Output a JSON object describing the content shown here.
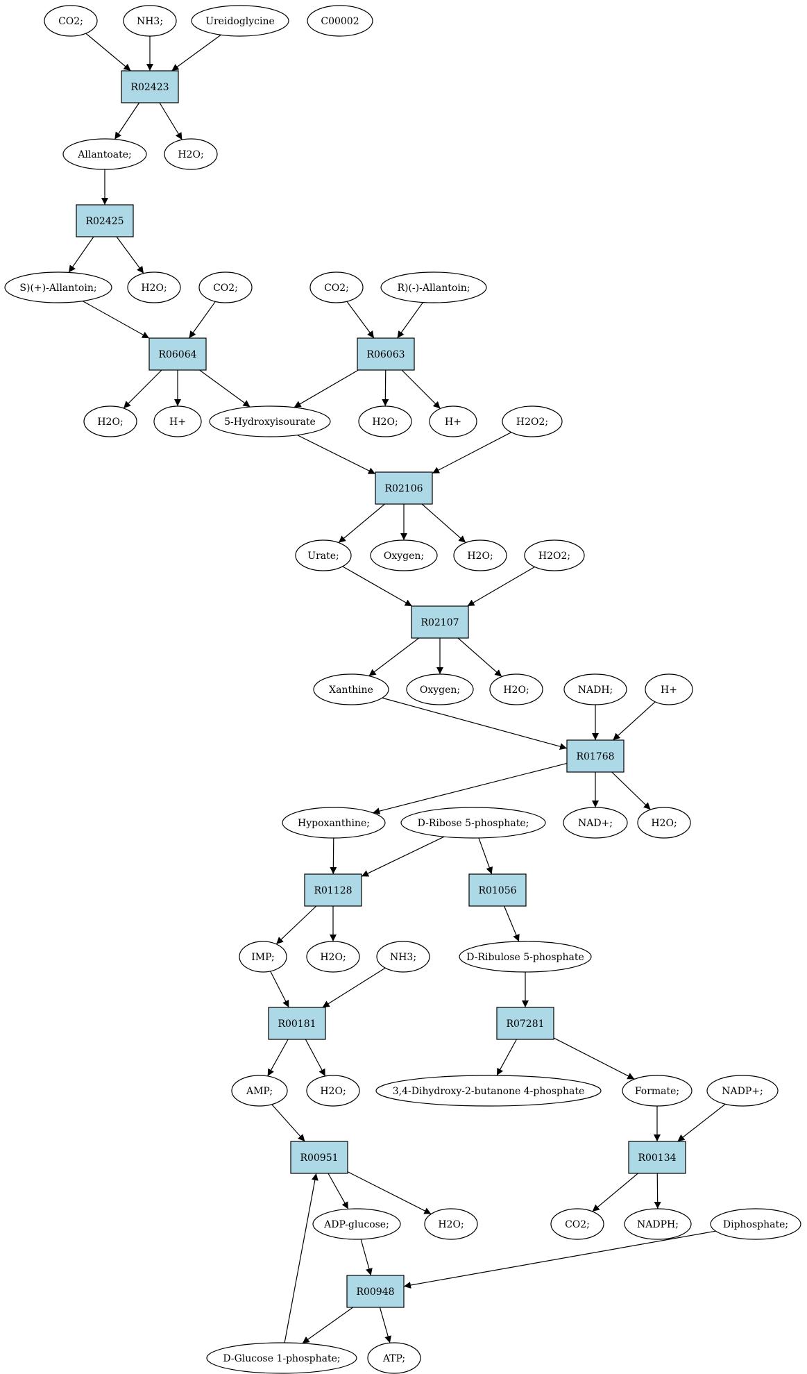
{
  "colors": {
    "reaction_fill": "#add8e6",
    "compound_fill": "#ffffff",
    "highlight_yellow": "#ffff00",
    "highlight_green": "#00ee00",
    "stroke": "#000000"
  },
  "nodes": [
    {
      "id": "c_co2_1",
      "kind": "compound",
      "label": "CO2;"
    },
    {
      "id": "c_nh3_1",
      "kind": "compound",
      "label": "NH3;"
    },
    {
      "id": "c_ureidoglycine",
      "kind": "compound",
      "label": "Ureidoglycine"
    },
    {
      "id": "c_c00002",
      "kind": "compound",
      "label": "C00002",
      "color": "#ffff00"
    },
    {
      "id": "r_R02423",
      "kind": "reaction",
      "label": "R02423"
    },
    {
      "id": "c_allantoate",
      "kind": "compound",
      "label": "Allantoate;"
    },
    {
      "id": "c_h2o_1",
      "kind": "compound",
      "label": "H2O;"
    },
    {
      "id": "r_R02425",
      "kind": "reaction",
      "label": "R02425"
    },
    {
      "id": "c_s_allantoin",
      "kind": "compound",
      "label": "S)(+)-Allantoin;"
    },
    {
      "id": "c_h2o_2",
      "kind": "compound",
      "label": "H2O;"
    },
    {
      "id": "c_co2_2",
      "kind": "compound",
      "label": "CO2;"
    },
    {
      "id": "c_co2_3",
      "kind": "compound",
      "label": "CO2;"
    },
    {
      "id": "c_r_allantoin",
      "kind": "compound",
      "label": "R)(-)-Allantoin;"
    },
    {
      "id": "r_R06064",
      "kind": "reaction",
      "label": "R06064"
    },
    {
      "id": "r_R06063",
      "kind": "reaction",
      "label": "R06063"
    },
    {
      "id": "c_h2o_3",
      "kind": "compound",
      "label": "H2O;"
    },
    {
      "id": "c_hplus_1",
      "kind": "compound",
      "label": "H+"
    },
    {
      "id": "c_5hiu",
      "kind": "compound",
      "label": "5-Hydroxyisourate"
    },
    {
      "id": "c_h2o_4",
      "kind": "compound",
      "label": "H2O;"
    },
    {
      "id": "c_hplus_2",
      "kind": "compound",
      "label": "H+"
    },
    {
      "id": "c_h2o2_1",
      "kind": "compound",
      "label": "H2O2;"
    },
    {
      "id": "r_R02106",
      "kind": "reaction",
      "label": "R02106"
    },
    {
      "id": "c_urate",
      "kind": "compound",
      "label": "Urate;"
    },
    {
      "id": "c_oxygen_1",
      "kind": "compound",
      "label": "Oxygen;"
    },
    {
      "id": "c_h2o_5",
      "kind": "compound",
      "label": "H2O;"
    },
    {
      "id": "c_h2o2_2",
      "kind": "compound",
      "label": "H2O2;"
    },
    {
      "id": "r_R02107",
      "kind": "reaction",
      "label": "R02107"
    },
    {
      "id": "c_xanthine",
      "kind": "compound",
      "label": "Xanthine"
    },
    {
      "id": "c_oxygen_2",
      "kind": "compound",
      "label": "Oxygen;"
    },
    {
      "id": "c_h2o_6",
      "kind": "compound",
      "label": "H2O;"
    },
    {
      "id": "c_nadh",
      "kind": "compound",
      "label": "NADH;"
    },
    {
      "id": "c_hplus_3",
      "kind": "compound",
      "label": "H+"
    },
    {
      "id": "r_R01768",
      "kind": "reaction",
      "label": "R01768"
    },
    {
      "id": "c_hypoxanthine",
      "kind": "compound",
      "label": "Hypoxanthine;"
    },
    {
      "id": "c_dribose5p",
      "kind": "compound",
      "label": "D-Ribose 5-phosphate;",
      "color": "#00ee00"
    },
    {
      "id": "c_nadplus",
      "kind": "compound",
      "label": "NAD+;"
    },
    {
      "id": "c_h2o_7",
      "kind": "compound",
      "label": "H2O;"
    },
    {
      "id": "r_R01128",
      "kind": "reaction",
      "label": "R01128"
    },
    {
      "id": "r_R01056",
      "kind": "reaction",
      "label": "R01056"
    },
    {
      "id": "c_imp",
      "kind": "compound",
      "label": "IMP;"
    },
    {
      "id": "c_h2o_8",
      "kind": "compound",
      "label": "H2O;"
    },
    {
      "id": "c_nh3_2",
      "kind": "compound",
      "label": "NH3;"
    },
    {
      "id": "c_dribulose5p",
      "kind": "compound",
      "label": "D-Ribulose 5-phosphate"
    },
    {
      "id": "r_R00181",
      "kind": "reaction",
      "label": "R00181"
    },
    {
      "id": "r_R07281",
      "kind": "reaction",
      "label": "R07281"
    },
    {
      "id": "c_amp",
      "kind": "compound",
      "label": "AMP;"
    },
    {
      "id": "c_h2o_9",
      "kind": "compound",
      "label": "H2O;"
    },
    {
      "id": "c_dhbp",
      "kind": "compound",
      "label": "3,4-Dihydroxy-2-butanone 4-phosphate"
    },
    {
      "id": "c_formate",
      "kind": "compound",
      "label": "Formate;"
    },
    {
      "id": "c_nadpplus",
      "kind": "compound",
      "label": "NADP+;"
    },
    {
      "id": "r_R00951",
      "kind": "reaction",
      "label": "R00951"
    },
    {
      "id": "r_R00134",
      "kind": "reaction",
      "label": "R00134"
    },
    {
      "id": "c_adpglucose",
      "kind": "compound",
      "label": "ADP-glucose;"
    },
    {
      "id": "c_h2o_10",
      "kind": "compound",
      "label": "H2O;"
    },
    {
      "id": "c_co2_4",
      "kind": "compound",
      "label": "CO2;"
    },
    {
      "id": "c_nadph",
      "kind": "compound",
      "label": "NADPH;"
    },
    {
      "id": "c_diphosphate",
      "kind": "compound",
      "label": "Diphosphate;"
    },
    {
      "id": "r_R00948",
      "kind": "reaction",
      "label": "R00948"
    },
    {
      "id": "c_dglucose1p",
      "kind": "compound",
      "label": "D-Glucose 1-phosphate;"
    },
    {
      "id": "c_atp",
      "kind": "compound",
      "label": "ATP;"
    }
  ],
  "edges": [
    [
      "c_co2_1",
      "r_R02423"
    ],
    [
      "c_nh3_1",
      "r_R02423"
    ],
    [
      "c_ureidoglycine",
      "r_R02423"
    ],
    [
      "r_R02423",
      "c_allantoate"
    ],
    [
      "r_R02423",
      "c_h2o_1"
    ],
    [
      "c_allantoate",
      "r_R02425"
    ],
    [
      "r_R02425",
      "c_s_allantoin"
    ],
    [
      "r_R02425",
      "c_h2o_2"
    ],
    [
      "c_s_allantoin",
      "r_R06064"
    ],
    [
      "c_co2_2",
      "r_R06064"
    ],
    [
      "c_co2_3",
      "r_R06063"
    ],
    [
      "c_r_allantoin",
      "r_R06063"
    ],
    [
      "r_R06064",
      "c_h2o_3"
    ],
    [
      "r_R06064",
      "c_hplus_1"
    ],
    [
      "r_R06064",
      "c_5hiu"
    ],
    [
      "r_R06063",
      "c_5hiu"
    ],
    [
      "r_R06063",
      "c_h2o_4"
    ],
    [
      "r_R06063",
      "c_hplus_2"
    ],
    [
      "c_5hiu",
      "r_R02106"
    ],
    [
      "c_h2o2_1",
      "r_R02106"
    ],
    [
      "r_R02106",
      "c_urate"
    ],
    [
      "r_R02106",
      "c_oxygen_1"
    ],
    [
      "r_R02106",
      "c_h2o_5"
    ],
    [
      "c_urate",
      "r_R02107"
    ],
    [
      "c_h2o2_2",
      "r_R02107"
    ],
    [
      "r_R02107",
      "c_xanthine"
    ],
    [
      "r_R02107",
      "c_oxygen_2"
    ],
    [
      "r_R02107",
      "c_h2o_6"
    ],
    [
      "c_xanthine",
      "r_R01768"
    ],
    [
      "c_nadh",
      "r_R01768"
    ],
    [
      "c_hplus_3",
      "r_R01768"
    ],
    [
      "r_R01768",
      "c_hypoxanthine"
    ],
    [
      "r_R01768",
      "c_nadplus"
    ],
    [
      "r_R01768",
      "c_h2o_7"
    ],
    [
      "c_hypoxanthine",
      "r_R01128"
    ],
    [
      "c_dribose5p",
      "r_R01128"
    ],
    [
      "c_dribose5p",
      "r_R01056"
    ],
    [
      "r_R01128",
      "c_imp"
    ],
    [
      "r_R01128",
      "c_h2o_8"
    ],
    [
      "r_R01056",
      "c_dribulose5p"
    ],
    [
      "c_imp",
      "r_R00181"
    ],
    [
      "c_nh3_2",
      "r_R00181"
    ],
    [
      "c_dribulose5p",
      "r_R07281"
    ],
    [
      "r_R00181",
      "c_amp"
    ],
    [
      "r_R00181",
      "c_h2o_9"
    ],
    [
      "r_R07281",
      "c_dhbp"
    ],
    [
      "r_R07281",
      "c_formate"
    ],
    [
      "c_amp",
      "r_R00951"
    ],
    [
      "c_dglucose1p",
      "r_R00951"
    ],
    [
      "c_formate",
      "r_R00134"
    ],
    [
      "c_nadpplus",
      "r_R00134"
    ],
    [
      "r_R00951",
      "c_adpglucose"
    ],
    [
      "r_R00951",
      "c_h2o_10"
    ],
    [
      "r_R00134",
      "c_co2_4"
    ],
    [
      "r_R00134",
      "c_nadph"
    ],
    [
      "c_adpglucose",
      "r_R00948"
    ],
    [
      "c_diphosphate",
      "r_R00948"
    ],
    [
      "r_R00948",
      "c_dglucose1p"
    ],
    [
      "r_R00948",
      "c_atp"
    ]
  ]
}
